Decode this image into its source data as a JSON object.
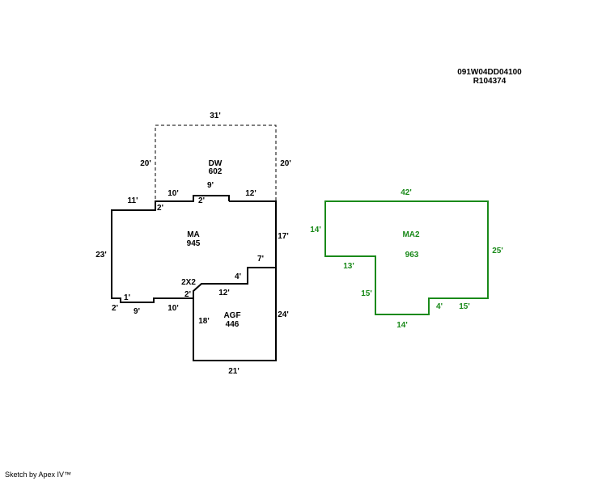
{
  "header": {
    "parcel_id": "091W04DD04100",
    "account_id": "R104374"
  },
  "footer": {
    "credit": "Sketch by Apex IV™"
  },
  "colors": {
    "primary_line": "#000000",
    "secondary_line": "#1a8a1a"
  },
  "areas": {
    "dw": {
      "code": "DW",
      "sqft": "602"
    },
    "ma": {
      "code": "MA",
      "sqft": "945"
    },
    "agf": {
      "code": "AGF",
      "sqft": "446"
    },
    "ma2": {
      "code": "MA2",
      "sqft": "963"
    }
  },
  "dimensions": {
    "dw_top": "31'",
    "dw_left": "20'",
    "dw_right": "20'",
    "dw_bump": "9'",
    "ma_top_left": "11'",
    "ma_jog_left": "2'",
    "ma_top_mid": "10'",
    "ma_bump_left": "2'",
    "ma_top_right": "12'",
    "ma_left": "23'",
    "ma_right": "17'",
    "ma_notch": "7'",
    "ma_step": "4'",
    "ma_bottom_jog": "2'",
    "ma_bottom_small": "1'",
    "ma_bottom_left": "9'",
    "ma_bottom_mid": "10'",
    "ma_corner": "2'",
    "ma_chamfer": "2X2",
    "agf_top": "12'",
    "agf_left": "18'",
    "agf_right": "24'",
    "agf_bottom": "21'",
    "ma2_top": "42'",
    "ma2_left": "14'",
    "ma2_right": "25'",
    "ma2_inner_top": "13'",
    "ma2_inner_left": "15'",
    "ma2_bottom": "14'",
    "ma2_step": "4'",
    "ma2_bottom_right": "15'"
  }
}
